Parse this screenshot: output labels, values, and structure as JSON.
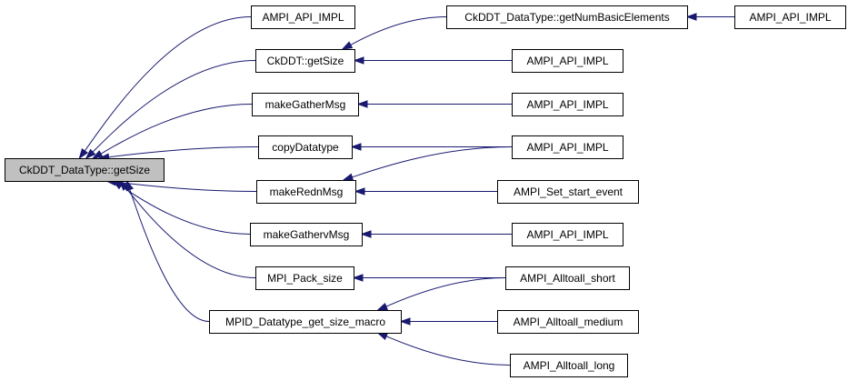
{
  "diagram": {
    "colors": {
      "edge": "#191970",
      "root_fill": "#c0c0c0",
      "node_fill": "#ffffff",
      "border": "#000000"
    },
    "nodes": [
      {
        "id": "root",
        "label": "CkDDT_DataType::getSize"
      },
      {
        "id": "n1",
        "label": "AMPI_API_IMPL"
      },
      {
        "id": "n2",
        "label": "CkDDT::getSize"
      },
      {
        "id": "n3",
        "label": "makeGatherMsg"
      },
      {
        "id": "n4",
        "label": "copyDatatype"
      },
      {
        "id": "n5",
        "label": "makeRednMsg"
      },
      {
        "id": "n6",
        "label": "makeGathervMsg"
      },
      {
        "id": "n7",
        "label": "MPI_Pack_size"
      },
      {
        "id": "n8",
        "label": "MPID_Datatype_get_size_macro"
      },
      {
        "id": "n9",
        "label": "CkDDT_DataType::getNumBasicElements"
      },
      {
        "id": "n10",
        "label": "AMPI_API_IMPL"
      },
      {
        "id": "n11",
        "label": "AMPI_API_IMPL"
      },
      {
        "id": "n12",
        "label": "AMPI_API_IMPL"
      },
      {
        "id": "n13",
        "label": "AMPI_API_IMPL"
      },
      {
        "id": "n14",
        "label": "AMPI_Set_start_event"
      },
      {
        "id": "n15",
        "label": "AMPI_API_IMPL"
      },
      {
        "id": "n16",
        "label": "AMPI_Alltoall_short"
      },
      {
        "id": "n17",
        "label": "AMPI_Alltoall_medium"
      },
      {
        "id": "n18",
        "label": "AMPI_Alltoall_long"
      }
    ],
    "edges": [
      {
        "from": "n1",
        "to": "root"
      },
      {
        "from": "n2",
        "to": "root"
      },
      {
        "from": "n3",
        "to": "root"
      },
      {
        "from": "n4",
        "to": "root"
      },
      {
        "from": "n5",
        "to": "root"
      },
      {
        "from": "n6",
        "to": "root"
      },
      {
        "from": "n7",
        "to": "root"
      },
      {
        "from": "n8",
        "to": "root"
      },
      {
        "from": "n9",
        "to": "n2"
      },
      {
        "from": "n10",
        "to": "n9"
      },
      {
        "from": "n11",
        "to": "n2"
      },
      {
        "from": "n12",
        "to": "n3"
      },
      {
        "from": "n13",
        "to": "n4"
      },
      {
        "from": "n13",
        "to": "n5"
      },
      {
        "from": "n14",
        "to": "n5"
      },
      {
        "from": "n15",
        "to": "n6"
      },
      {
        "from": "n16",
        "to": "n7"
      },
      {
        "from": "n16",
        "to": "n8"
      },
      {
        "from": "n17",
        "to": "n8"
      },
      {
        "from": "n18",
        "to": "n8"
      }
    ]
  }
}
